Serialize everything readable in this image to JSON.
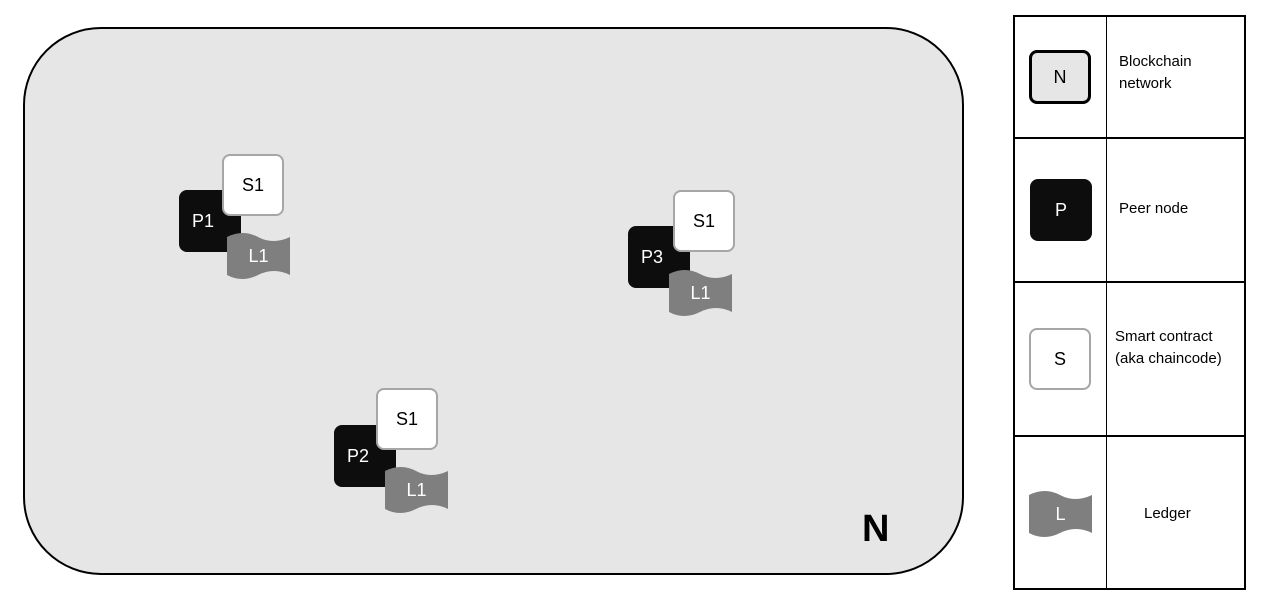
{
  "network": {
    "label": "N"
  },
  "nodes": [
    {
      "peer": "P1",
      "contract": "S1",
      "ledger": "L1"
    },
    {
      "peer": "P2",
      "contract": "S1",
      "ledger": "L1"
    },
    {
      "peer": "P3",
      "contract": "S1",
      "ledger": "L1"
    }
  ],
  "legend": {
    "rows": [
      {
        "symbol": "N",
        "text_line1": "Blockchain",
        "text_line2": "network"
      },
      {
        "symbol": "P",
        "text_line1": "Peer node"
      },
      {
        "symbol": "S",
        "text_line1": "Smart contract",
        "text_line2": "(aka chaincode)"
      },
      {
        "symbol": "L",
        "text_line1": "Ledger"
      }
    ]
  },
  "colors": {
    "network_fill": "#e6e6e6",
    "peer_fill": "#0d0d0d",
    "contract_border": "#a6a6a6",
    "ledger_fill": "#7f7f7f"
  }
}
